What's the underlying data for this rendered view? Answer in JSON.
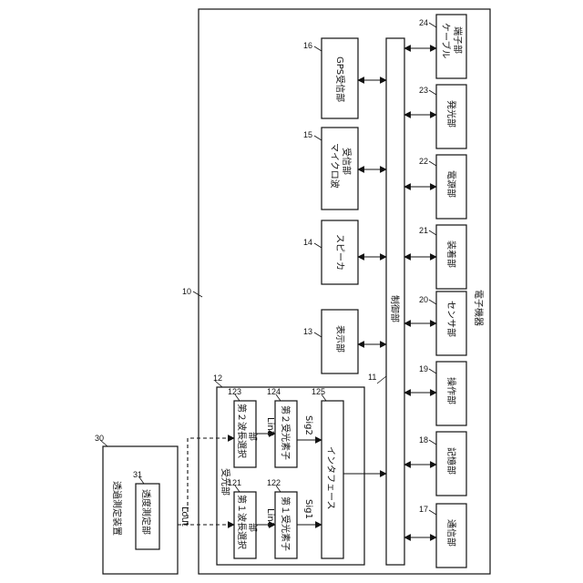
{
  "device": {
    "label": "電子機器",
    "ref": "10"
  },
  "control": {
    "label": "制御部",
    "ref": "11"
  },
  "light_receiver": {
    "label": "受光部",
    "ref": "12"
  },
  "display": {
    "label": "表示部",
    "ref": "13"
  },
  "speaker": {
    "label": "スピーカ",
    "ref": "14"
  },
  "microwave": {
    "label_line1": "マイクロ波",
    "label_line2": "受信部",
    "ref": "15"
  },
  "gps": {
    "label": "GPS受信部",
    "ref": "16"
  },
  "comm": {
    "label": "通信部",
    "ref": "17"
  },
  "storage": {
    "label": "記憶部",
    "ref": "18"
  },
  "operation": {
    "label": "操作部",
    "ref": "19"
  },
  "sensor": {
    "label": "センサ部",
    "ref": "20"
  },
  "mount": {
    "label": "装着部",
    "ref": "21"
  },
  "power": {
    "label": "電源部",
    "ref": "22"
  },
  "emitter": {
    "label": "発光部",
    "ref": "23"
  },
  "cable": {
    "label_line1": "ケーブル",
    "label_line2": "端子部",
    "ref": "24"
  },
  "wl1": {
    "label_line1": "第１波長選択",
    "label_line2": "部",
    "ref": "121"
  },
  "elem1": {
    "label": "第１受光素子",
    "ref": "122"
  },
  "wl2": {
    "label_line1": "第２波長選択",
    "label_line2": "部",
    "ref": "123"
  },
  "elem2": {
    "label": "第２受光素子",
    "ref": "124"
  },
  "interface": {
    "label": "インタフェース",
    "ref": "125"
  },
  "signals": {
    "lin1": "Lin1",
    "lin2": "Lin2",
    "sig1": "Sig1",
    "sig2": "Sig2",
    "lout": "Lout"
  },
  "external": {
    "label": "透過測定装置",
    "ref": "30"
  },
  "measure": {
    "label": "透度測定部",
    "ref": "31"
  }
}
